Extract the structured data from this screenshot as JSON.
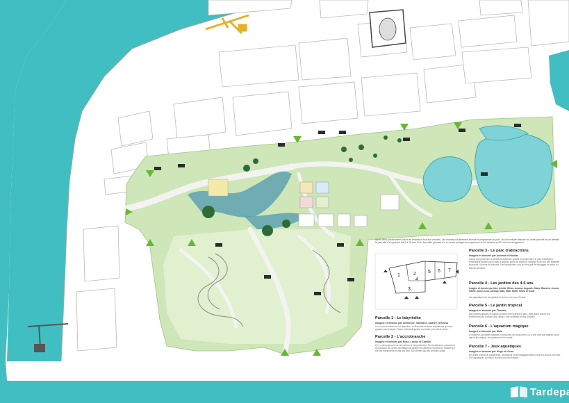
{
  "colors": {
    "water": "#41bec1",
    "park": "#cfe6b8",
    "park_light": "#e1f0cf",
    "path": "#f3f4f1",
    "block_stroke": "#b9b9b9",
    "marker": "#69b636",
    "crane": "#e3b22c",
    "label_tag": "#2b2b2b"
  },
  "intro": "Après avoir prudemment inscrit les enfants et tout sur chemins. Les enfants ont librement inventé le programme du parc. Ils l'ont ensuite dessiné sur cette parcelle et ont détaillé le plan afin d'en grouper les 6 à 10 ans. Puis, les petits groupes ont un rendu partagé au programme et ont dessiné en 3D de leurs imaginaires.",
  "key_plan": {
    "numbers": [
      "1",
      "2",
      "3",
      "4",
      "5",
      "6",
      "7"
    ]
  },
  "parcels": [
    {
      "title": "Parcelle 1 - Le labyrinthe",
      "credit": "Imaginé et dessiné par Clémence, Valentine, Audrey et Emma",
      "desc": "Il n'y aura au milieu de la Labyrinthe, à l'Maurand un arbre et plusieurs qui sont grand et une fresque. Placer et fauteuil jardins au centre, près de la rivière."
    },
    {
      "title": "Parcelle 2 - L'accrobranche",
      "credit": "Imaginé et dessiné par Rose, Louise et Camille",
      "desc": "Il n'y a des parcours sur des arbres et de tyroliennes. Des tyroliennes, parcourent un parcours de cordes permettant de passer de palmiers en palmiers, ensuite qui ont ces trampolines et des ses tous. Sur chemin qui des chemins longs."
    },
    {
      "title": "Parcelle 3 - Le parc d'attractions",
      "credit": "Imaginé et dessiné par Antonin et Nicolas",
      "desc": "Il aura d'un petit train, la descente Aurais fin activité proposer dans le parc d'attraction. Aménagent trouver pour petits et grands, jeune de bonheur, manège et de tout des festivités et grands. Il trouve de bureaux. Des balancoires, tout du mini-golf de toboggan, le repos au bord de la rivière."
    },
    {
      "title": "Parcelle 4 - Les jardins des 4-6 ans",
      "credit": "Imaginé et dessiné par Noé, Achille, Ethan, Arnaud, Augustin, Marie, Blanche, Jeanne, Gaëlle, Julien, Lisa, Lindsay, Malo, Maël, Noah, Timéo et Oscar",
      "desc": "Les aspirations de ces jardins on fourni en le pour l'enfant."
    },
    {
      "title": "Parcelle 5 - Le jardin tropical",
      "credit": "Imaginé et dessiné par Thomas",
      "desc": "Des plantes grasses et cactus peuvent orner parties le parc. Mais aussi trouver les promeneurs qui croisent des cailloux, des fontaines et des chemins."
    },
    {
      "title": "Parcelle 6 - L'aquarium magique",
      "credit": "Imaginé et dessiné par Malo",
      "desc": "À l'intérieur, peut-être possède un beau lieu de sous-marin. Il y a une vitre qui regarde par la mer et les requins, les poissons et se nourrir."
    },
    {
      "title": "Parcelle 7 - Jeux aquatiques",
      "credit": "Imaginé et dessiné par Hugo et Victor",
      "desc": "Un grand réseau de passerelles, de bassins et de toboggans reliés entre eux sont à chercher. Ces aquatiques au milieu du parc pour les enfants."
    }
  ],
  "brand": {
    "name": "Tardepa",
    "logo_icon": "book-pages-icon"
  }
}
